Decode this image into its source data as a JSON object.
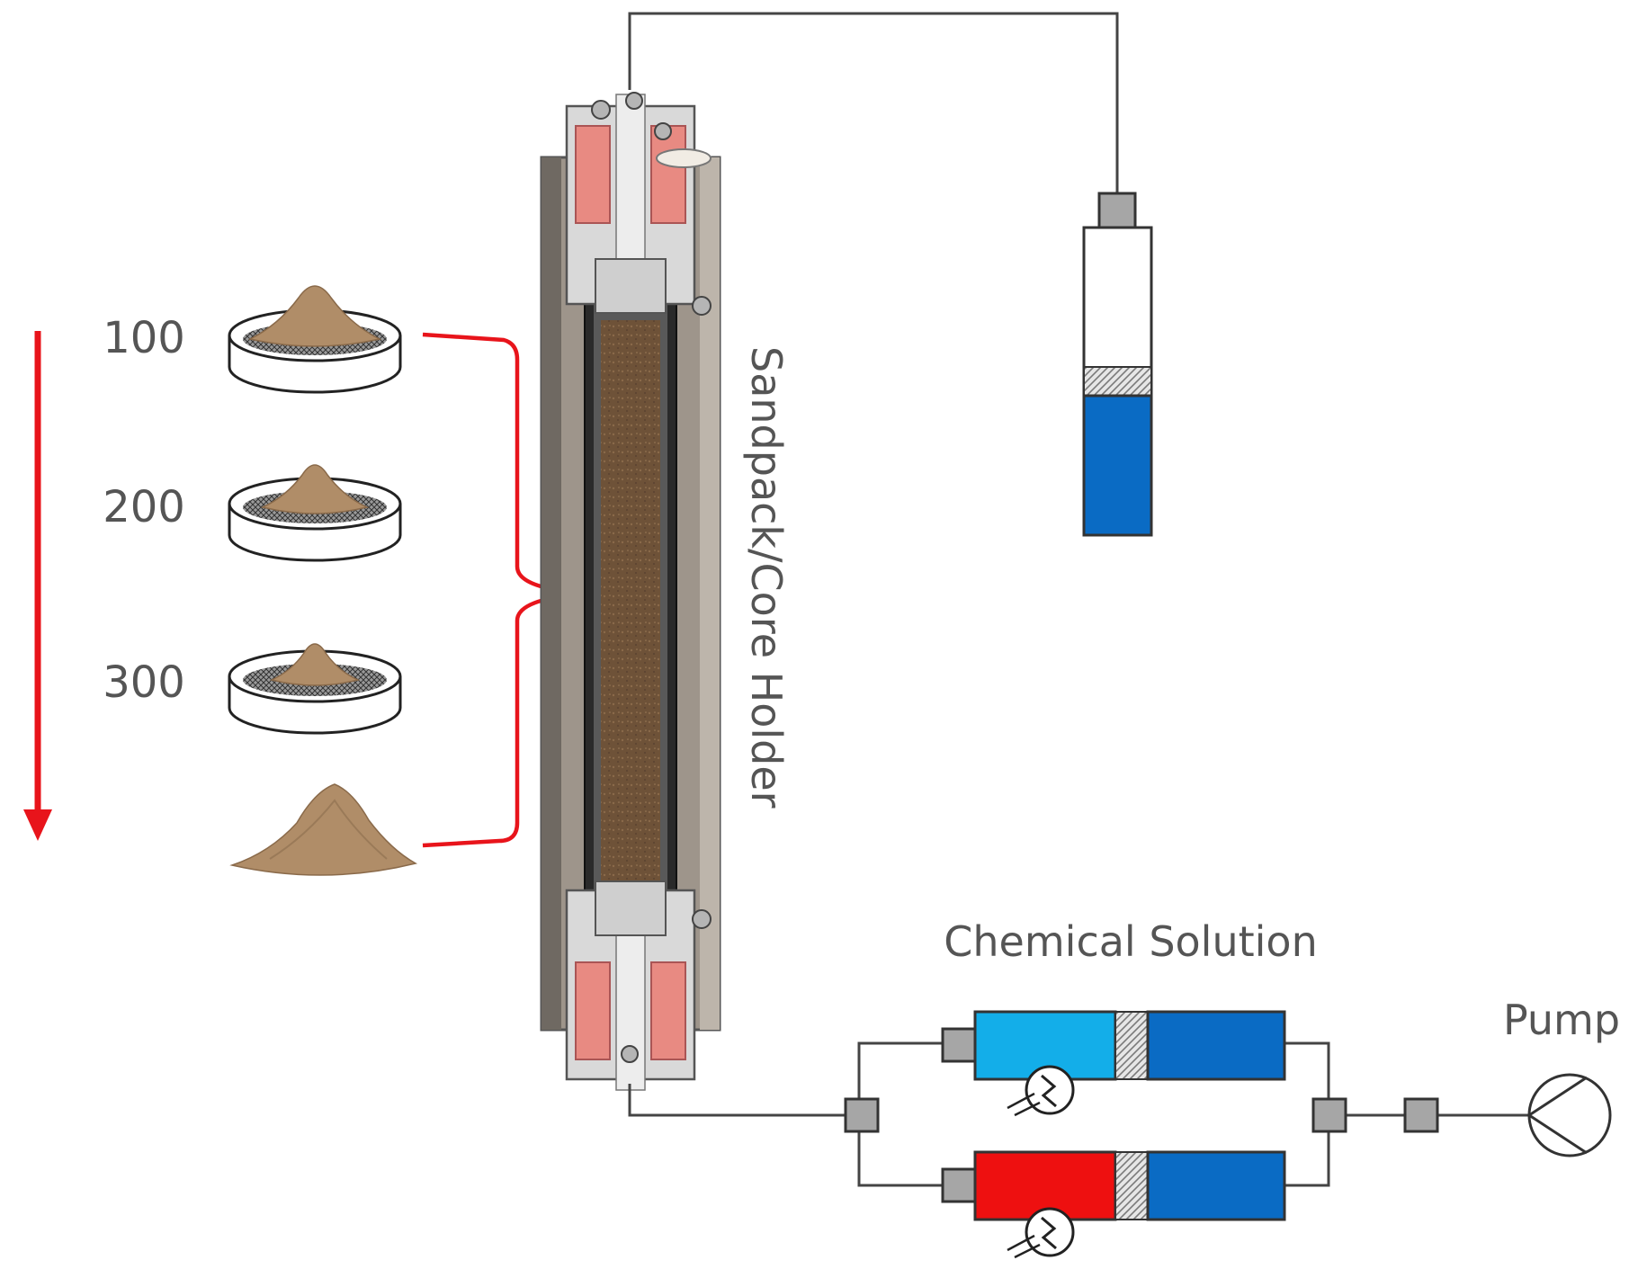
{
  "labels": {
    "sieve_sizes": [
      "100",
      "200",
      "300"
    ],
    "holder": "Sandpack/Core Holder",
    "solution": "Chemical Solution",
    "pump": "Pump"
  },
  "colors": {
    "arrow": "#e8141b",
    "brace": "#e8141b",
    "sand": "#b08d68",
    "sand_dark": "#8a6a4a",
    "core": "#6e5238",
    "holder_body": "#9e958b",
    "holder_dark": "#6f6962",
    "end_cap": "#d9d9d9",
    "seal": "#e88a82",
    "blue_fluid": "#0a6bc4",
    "light_blue_fluid": "#13aee9",
    "red_fluid": "#ee1010",
    "fitting": "#a6a6a6",
    "line": "#444444"
  },
  "icons": [
    "sieve-pan-icon",
    "sand-pile-icon",
    "heater-icon",
    "pump-icon",
    "piston-icon",
    "valve-icon"
  ]
}
